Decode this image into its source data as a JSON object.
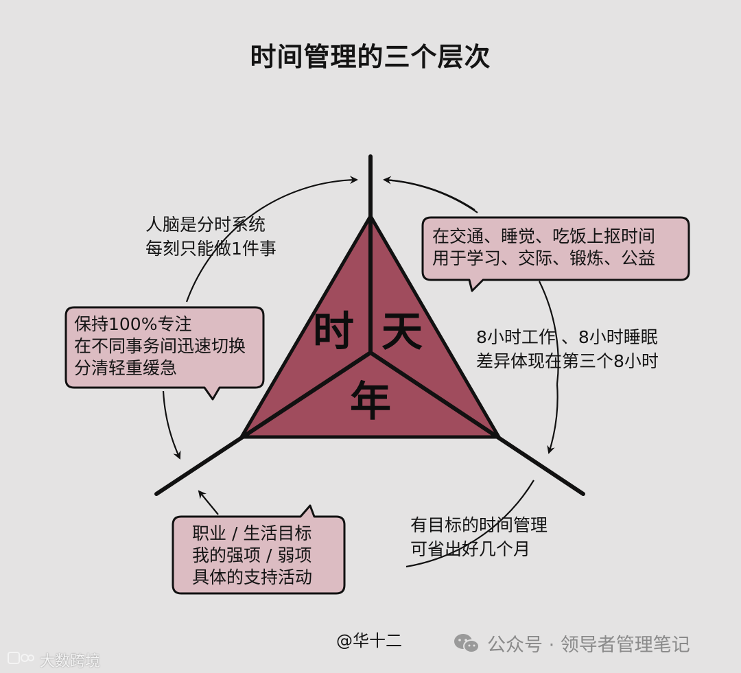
{
  "title": "时间管理的三个层次",
  "triangle": {
    "left_label": "时",
    "right_label": "天",
    "bottom_label": "年"
  },
  "annotations": {
    "top_left": [
      "人脑是分时系统",
      "每刻只能做1件事"
    ],
    "top_right_bubble": [
      "在交通、睡觉、吃饭上抠时间",
      "用于学习、交际、锻炼、公益"
    ],
    "left_bubble": [
      "保持100%专注",
      "在不同事务间迅速切换",
      "分清轻重缓急"
    ],
    "right": [
      "8小时工作 、8小时睡眠",
      "差异体现在第三个8小时"
    ],
    "bottom_right": [
      "有目标的时间管理",
      "可省出好几个月"
    ],
    "bottom_left_bubble": [
      "职业 / 生活目标",
      "我的强项 / 弱项",
      "具体的支持活动"
    ]
  },
  "credit": "@华十二",
  "watermark": "公众号 · 领导者管理笔记",
  "watermark2": "大数跨境",
  "colors": {
    "background": "#e4e3e3",
    "triangle_fill": "#a04c5d",
    "bubble_fill": "#dcbcc2",
    "line": "#111111"
  }
}
